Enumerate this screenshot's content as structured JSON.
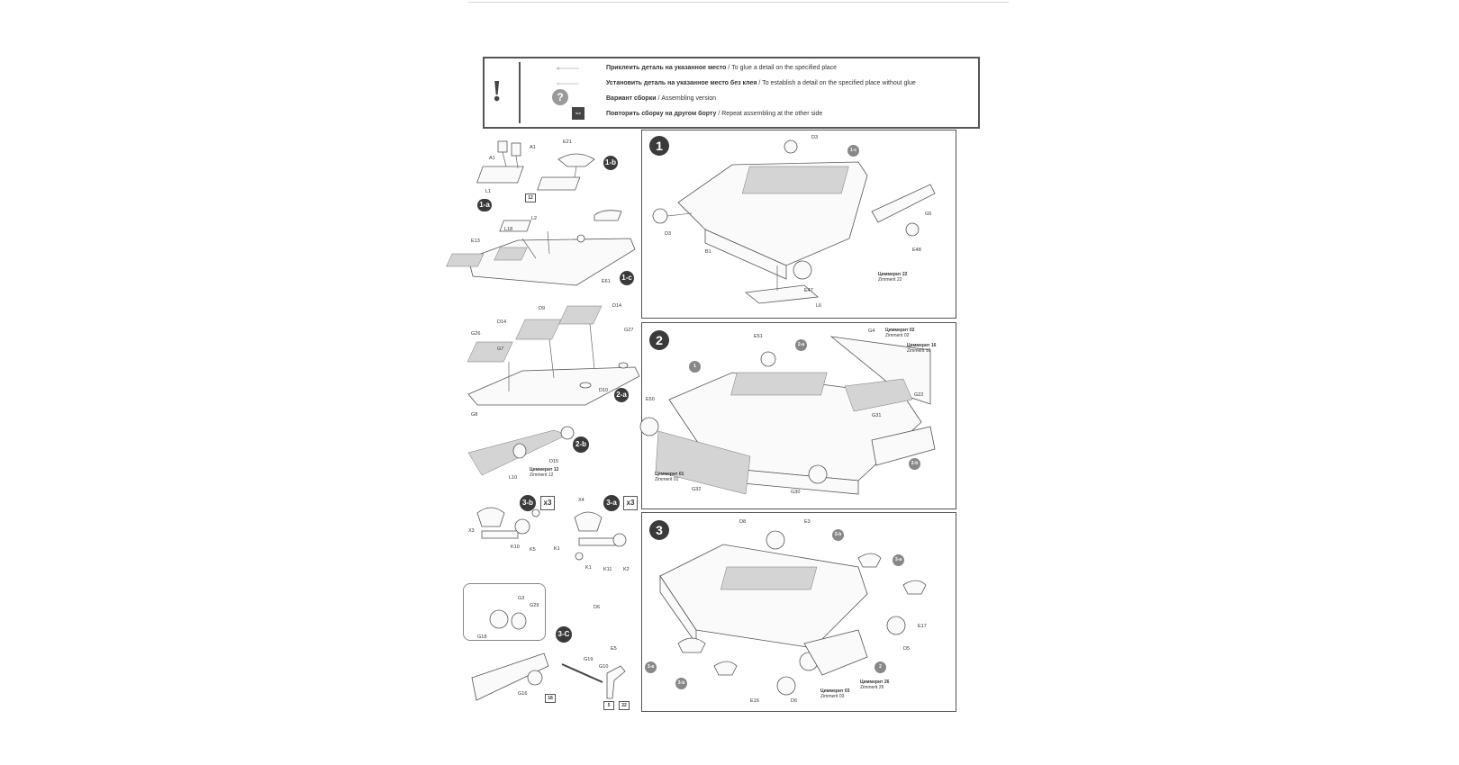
{
  "legend": {
    "exclamation": "!",
    "glue_ru": "Приклеить деталь на указанное место",
    "glue_en": " / To glue a detail on the specified place",
    "noglue_ru": "Установить деталь на указанное место без клея",
    "noglue_en": " / To establish a detail on the specified place without glue",
    "variant_ru": "Вариант сборки",
    "variant_en": " / Assembling version",
    "repeat_ru": "Повторить сборку на другом борту",
    "repeat_en": "  /   Repeat assembling at the other side",
    "question_mark": "?"
  },
  "steps": {
    "s1": "1",
    "s2": "2",
    "s3": "3",
    "s1a": "1-a",
    "s1b": "1-b",
    "s1c": "1-c",
    "s2a": "2-a",
    "s2b": "2-b",
    "s3a": "3-a",
    "s3b": "3-b",
    "s3c": "3-C",
    "x3": "x3"
  },
  "labels": {
    "A1": "A1",
    "L1": "L1",
    "E21": "E21",
    "L2": "L2",
    "L18": "L18",
    "E13": "E13",
    "E61": "E61",
    "D14": "D14",
    "D9": "D9",
    "G7": "G7",
    "G26": "G26",
    "G27": "G27",
    "G8": "G8",
    "D10": "D10",
    "D15": "D15",
    "L10": "L10",
    "X3": "X3",
    "K10": "K10",
    "K5": "K5",
    "K1": "K1",
    "X4": "X4",
    "K11": "K11",
    "K2": "K2",
    "G3": "G3",
    "G29": "G29",
    "G18": "G18",
    "G19": "G19",
    "G10": "G10",
    "G16": "G16",
    "D3": "D3",
    "G5": "G5",
    "E48": "E48",
    "B1": "B1",
    "E47": "E47",
    "L6": "L6",
    "E51": "E51",
    "G4": "G4",
    "E50": "E50",
    "G22": "G22",
    "G31": "G31",
    "G32": "G32",
    "G30": "G30",
    "D8": "D8",
    "E3": "E3",
    "E17": "E17",
    "D5": "D5",
    "D6": "D6",
    "E5": "E5",
    "E16": "E16",
    "k12": "12",
    "k18": "18",
    "k5": "5",
    "k22": "22"
  },
  "zimmerit": {
    "z12_ru": "Циммерит 12",
    "z12_en": "Zimmerit 12",
    "z22_ru": "Циммерит 22",
    "z22_en": "Zimmerit 22",
    "z02_ru": "Циммерит 02",
    "z02_en": "Zimmerit 02",
    "z16_ru": "Циммерит 16",
    "z16_en": "Zimmerit 16",
    "z01_ru": "Циммерит 01",
    "z01_en": "Zimmerit 01",
    "z26_ru": "Циммерит 26",
    "z26_en": "Zimmerit 26",
    "z03_ru": "Циммерит 03",
    "z03_en": "Zimmerit 03"
  }
}
